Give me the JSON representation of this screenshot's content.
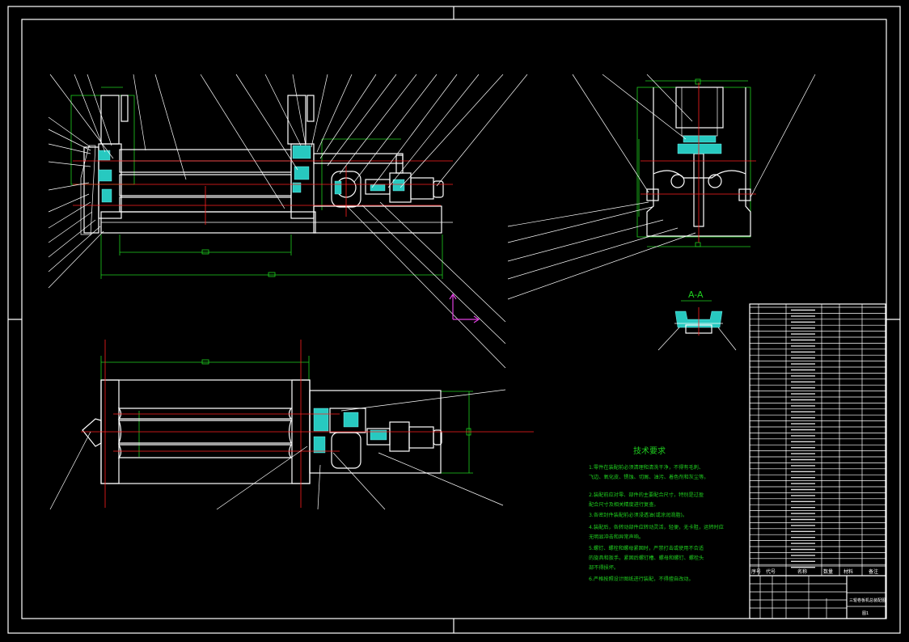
{
  "section_title": "A-A",
  "tech_req": {
    "title": "技术要求",
    "lines": [
      "1.零件在装配前必须清理和清洗干净，不得有毛刺、",
      "飞边、氧化皮、锈蚀、切屑、油污、着色剂和灰尘等。",
      "2.装配前应对零、部件的主要配合尺寸，特别是过盈",
      "配合尺寸及相关精度进行复查。",
      "3.各密封件装配前必须浸透油(或涂润滑脂)。",
      "4.装配后，各转动部件应转动灵活，轻便，无卡阻，运转时应",
      "无明显冲击和异常声响。",
      "5.螺钉、螺栓和螺母紧固时，严禁打击或使用不合适",
      "的旋具和扳手。紧固后螺钉槽、螺母和螺钉、螺栓头",
      "部不得损坏。",
      "6.严格按照设计图纸进行装配，不得擅自改动。"
    ]
  },
  "title_block": {
    "header": [
      "序号",
      "代号",
      "名称",
      "数量",
      "材料",
      "备注"
    ],
    "drawing_name": "三辊卷板机总装配图",
    "sheet": "图1"
  },
  "colors": {
    "background": "#000000",
    "outline": "#ffffff",
    "centerline": "#ff2020",
    "dimension": "#1fd01f",
    "section_fill": "#27c9c0",
    "axis_marker": "#e040e0"
  }
}
